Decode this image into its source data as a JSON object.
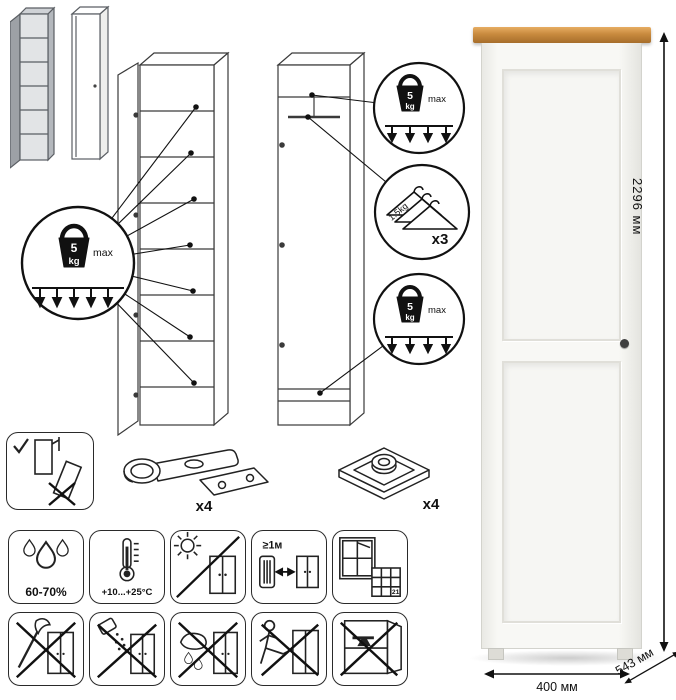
{
  "diagram": {
    "weight_limit": {
      "value": "5",
      "unit": "kg",
      "max_label": "max"
    },
    "hanger": {
      "weight": "1.5kg",
      "count": "x3"
    }
  },
  "hardware": {
    "hinge_qty": "x4",
    "mount_qty": "x4"
  },
  "care_row1": [
    {
      "name": "humidity",
      "label": "60-70%"
    },
    {
      "name": "temperature",
      "label": "+10...+25°C"
    },
    {
      "name": "no-direct-sunlight",
      "label": ""
    },
    {
      "name": "keep-distance-from-heat",
      "label": "≥1м"
    },
    {
      "name": "ventilation-window-calendar",
      "label": "21"
    }
  ],
  "care_row2": [
    {
      "name": "no-sharp-impacts"
    },
    {
      "name": "no-abrasive-powder"
    },
    {
      "name": "no-wet-cleaning"
    },
    {
      "name": "no-pushing-kicking"
    },
    {
      "name": "no-heavy-overload"
    }
  ],
  "dimensions": {
    "height": "2296 мм",
    "width": "400 мм",
    "depth": "543 мм"
  }
}
